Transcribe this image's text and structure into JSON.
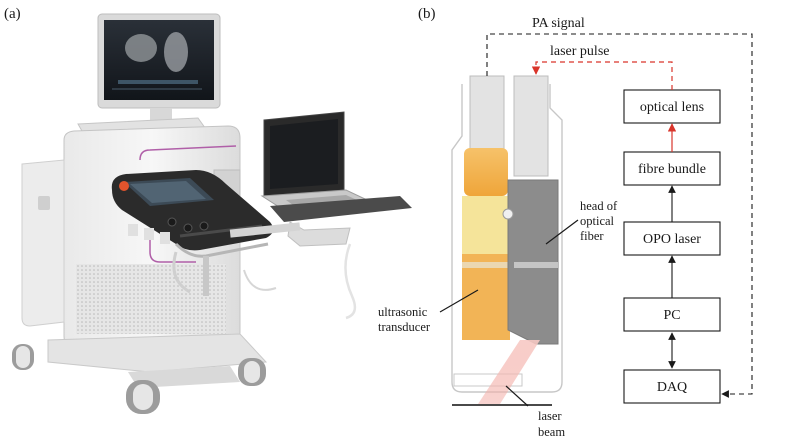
{
  "panels": {
    "a": "(a)",
    "b": "(b)"
  },
  "signals": {
    "pa_signal": "PA signal",
    "laser_pulse": "laser pulse"
  },
  "boxes": {
    "optical_lens": "optical lens",
    "fibre_bundle": "fibre bundle",
    "opo_laser": "OPO laser",
    "pc": "PC",
    "daq": "DAQ"
  },
  "annotations": {
    "head_line1": "head of",
    "head_line2": "optical",
    "head_line3": "fiber",
    "ultra_line1": "ultrasonic",
    "ultra_line2": "transducer",
    "beam_line1": "laser",
    "beam_line2": "beam"
  },
  "colors": {
    "laser_red": "#d9352b",
    "transducer_orange": "#f1a640",
    "fiber_gray": "#8c8c8c"
  }
}
